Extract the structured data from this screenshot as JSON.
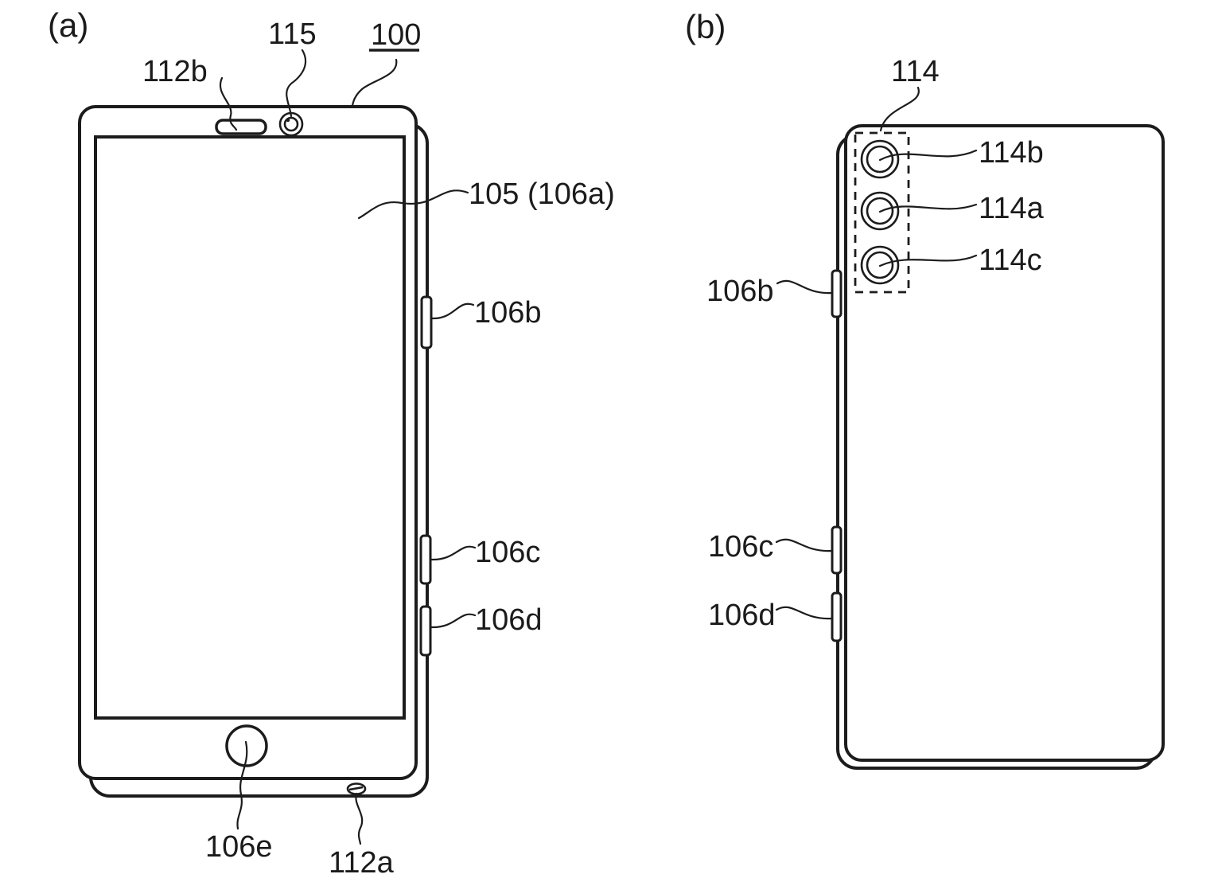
{
  "figure": {
    "colors": {
      "line": "#1c1c1c",
      "background": "#ffffff"
    },
    "panel_a": {
      "tag": "(a)",
      "labels": {
        "receiver_speaker": "112b",
        "front_camera": "115",
        "device": "100",
        "display": "105 (106a)",
        "side_button_b": "106b",
        "side_button_c": "106c",
        "side_button_d": "106d",
        "home_button": "106e",
        "microphone": "112a"
      }
    },
    "panel_b": {
      "tag": "(b)",
      "labels": {
        "camera_module": "114",
        "camera_top": "114b",
        "camera_middle": "114a",
        "camera_bottom": "114c",
        "side_button_b": "106b",
        "side_button_c": "106c",
        "side_button_d": "106d"
      }
    }
  }
}
